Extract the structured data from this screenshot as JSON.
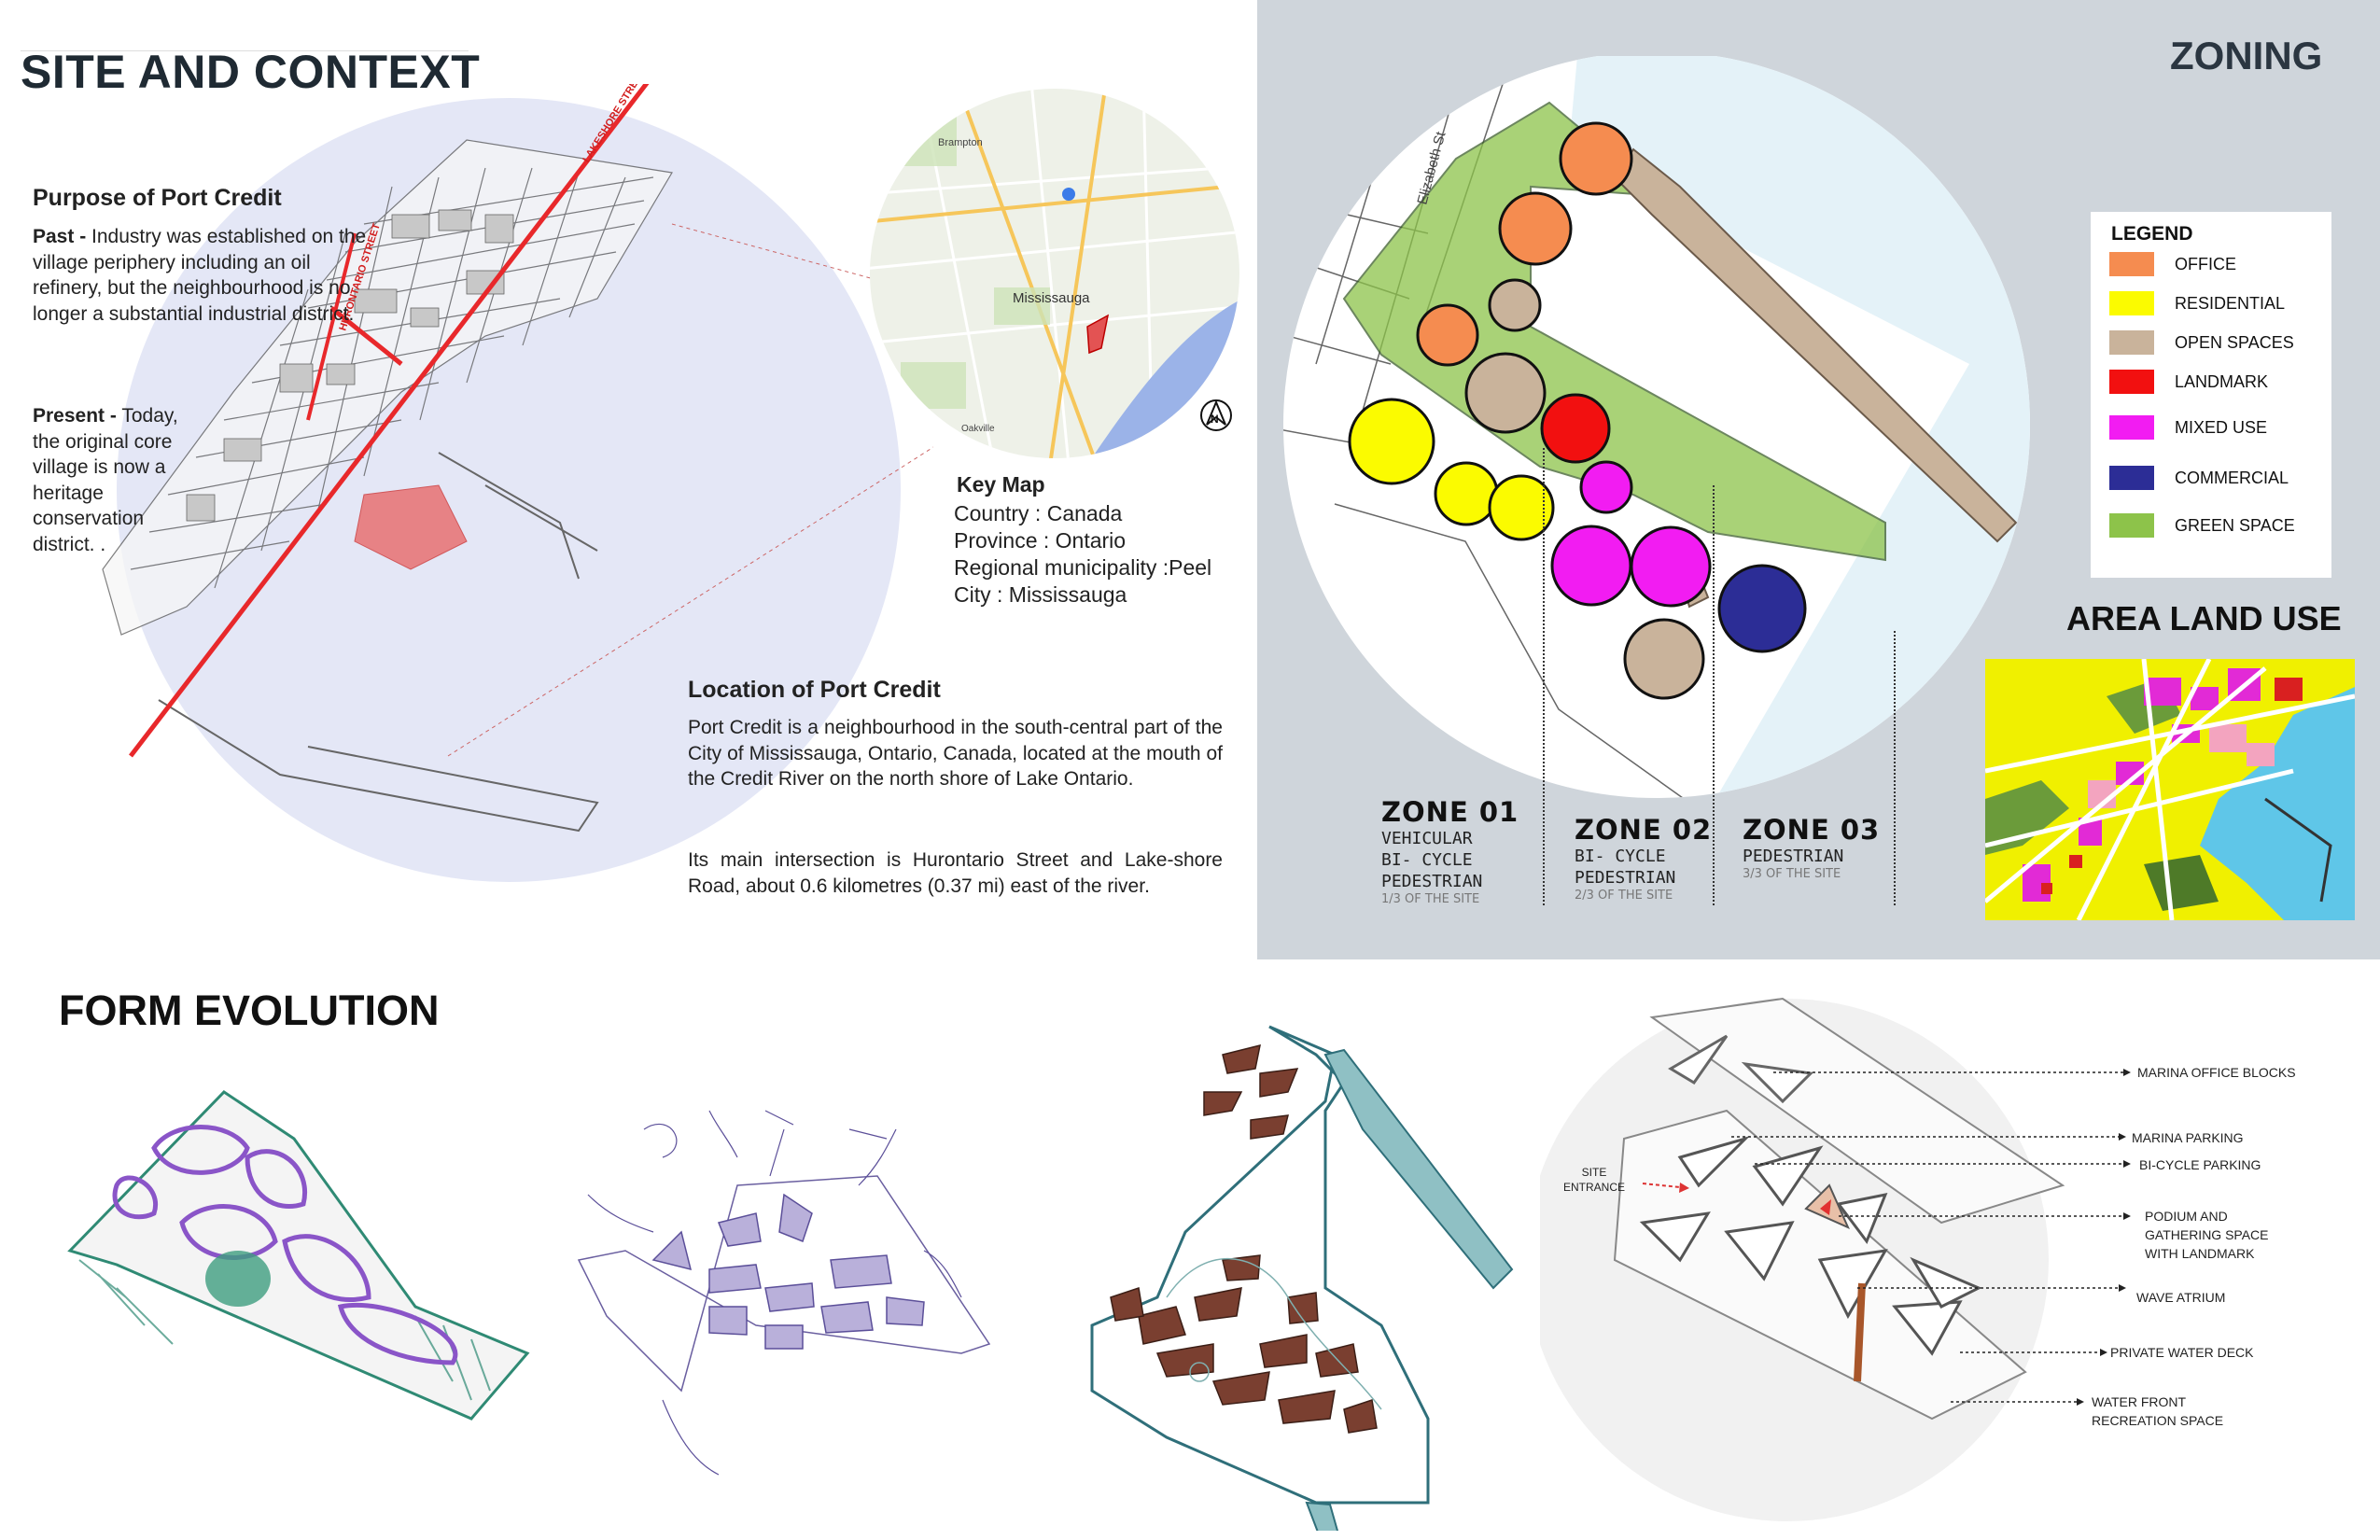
{
  "site_context": {
    "title": "SITE AND CONTEXT",
    "streets": {
      "hurontario": "HURONTARIO STREET",
      "lakeshore": "LAKESHORE STREET"
    },
    "purpose": {
      "heading": "Purpose of Port Credit",
      "past_label": "Past -",
      "past_text": "Industry was established on the village periphery including an oil refinery, but the neighbourhood is no longer a substantial industrial district.",
      "present_label": "Present -",
      "present_text": "Today, the original core village is now a heritage conservation district. ."
    },
    "key_map": {
      "heading": "Key Map",
      "lines": [
        "Country : Canada",
        "Province : Ontario",
        "Regional municipality :Peel",
        "City : Mississauga"
      ],
      "map_labels": {
        "brampton": "Brampton",
        "mississauga": "Mississauga",
        "oakville": "Oakville"
      }
    },
    "location": {
      "heading": "Location of Port Credit",
      "p1": "Port Credit is a neighbourhood in the south-central part of the City of Mississauga, Ontario, Canada, located at the mouth of the Credit River on the north shore of Lake Ontario.",
      "p2": "Its main intersection is Hurontario Street and Lake-shore Road, about 0.6 kilometres (0.37 mi) east of the river."
    }
  },
  "zoning": {
    "title": "ZONING",
    "street_label": "Elizabeth St",
    "legend_title": "LEGEND",
    "legend": [
      {
        "label": "OFFICE",
        "color": "#f58c50"
      },
      {
        "label": "RESIDENTIAL",
        "color": "#fbfb00"
      },
      {
        "label": "OPEN SPACES",
        "color": "#c9b39b"
      },
      {
        "label": "LANDMARK",
        "color": "#f21010"
      },
      {
        "label": "MIXED USE",
        "color": "#f21cf2"
      },
      {
        "label": "COMMERCIAL",
        "color": "#2c2d96"
      },
      {
        "label": "GREEN SPACE",
        "color": "#8dc34a"
      }
    ],
    "zones": [
      {
        "title": "ZONE 01",
        "lines": [
          "VEHICULAR",
          "BI- CYCLE",
          "PEDESTRIAN"
        ],
        "fraction": "1/3 OF THE SITE"
      },
      {
        "title": "ZONE 02",
        "lines": [
          "BI- CYCLE",
          "PEDESTRIAN"
        ],
        "fraction": "2/3 OF THE SITE"
      },
      {
        "title": "ZONE 03",
        "lines": [
          "PEDESTRIAN"
        ],
        "fraction": "3/3 OF THE SITE"
      }
    ],
    "area_land_use_title": "AREA LAND USE"
  },
  "form_evolution": {
    "title": "FORM EVOLUTION",
    "diagram_labels": {
      "site_entrance": "SITE\nENTRANCE",
      "items": [
        "MARINA OFFICE BLOCKS",
        "MARINA PARKING",
        "BI-CYCLE PARKING",
        "PODIUM AND\nGATHERING SPACE\nWITH LANDMARK",
        "WAVE ATRIUM",
        "PRIVATE WATER DECK",
        "WATER FRONT\nRECREATION SPACE"
      ]
    }
  },
  "colors": {
    "zoning_panel_bg": "#cfd5db",
    "water": "#e4f2f8",
    "red_street": "#e8282b",
    "green_site": "#7fae5a",
    "sketch_purple": "#8a55c8",
    "sketch_teal": "#2f8a74",
    "brown_form": "#7a3f30"
  }
}
